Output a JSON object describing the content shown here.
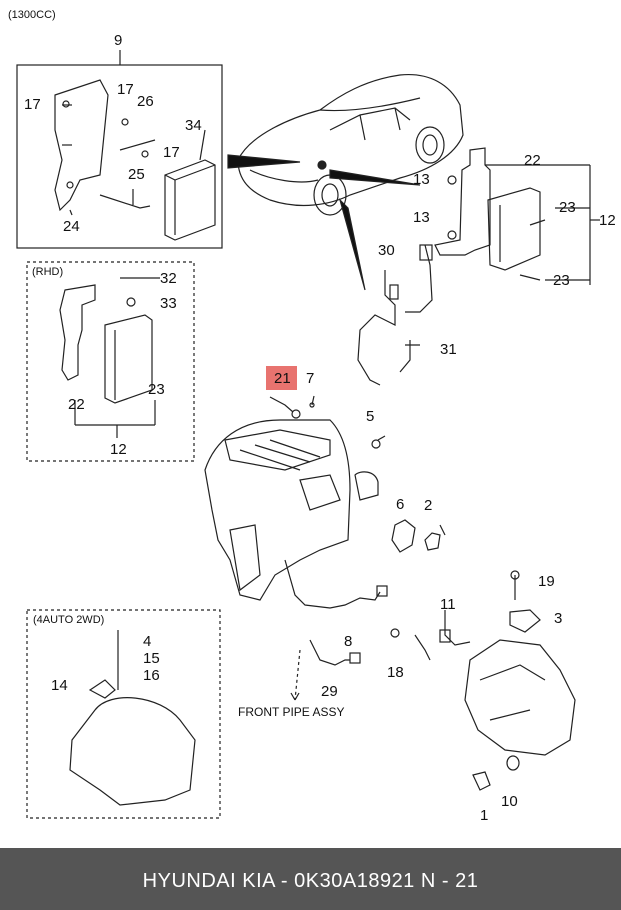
{
  "variant_label": "(1300CC)",
  "inset_labels": {
    "rhd": "(RHD)",
    "auto": "(4AUTO 2WD)"
  },
  "callout_front_pipe": "FRONT PIPE ASSY",
  "highlight_part": "21",
  "parts": {
    "p9": "9",
    "p17a": "17",
    "p17b": "17",
    "p17c": "17",
    "p26": "26",
    "p34": "34",
    "p25": "25",
    "p24": "24",
    "p22": "22",
    "p13a": "13",
    "p13b": "13",
    "p23a": "23",
    "p23b": "23",
    "p12": "12",
    "p32": "32",
    "p33": "33",
    "p22r": "22",
    "p23r": "23",
    "p12r": "12",
    "p30": "30",
    "p31": "31",
    "p21": "21",
    "p7": "7",
    "p5": "5",
    "p6": "6",
    "p2": "2",
    "p19": "19",
    "p3": "3",
    "p8": "8",
    "p11": "11",
    "p4": "4",
    "p15": "15",
    "p16": "16",
    "p14": "14",
    "p29": "29",
    "p18": "18",
    "p10": "10",
    "p1": "1"
  },
  "footer": {
    "text": "HYUNDAI  KIA - 0K30A18921      N - 21"
  }
}
